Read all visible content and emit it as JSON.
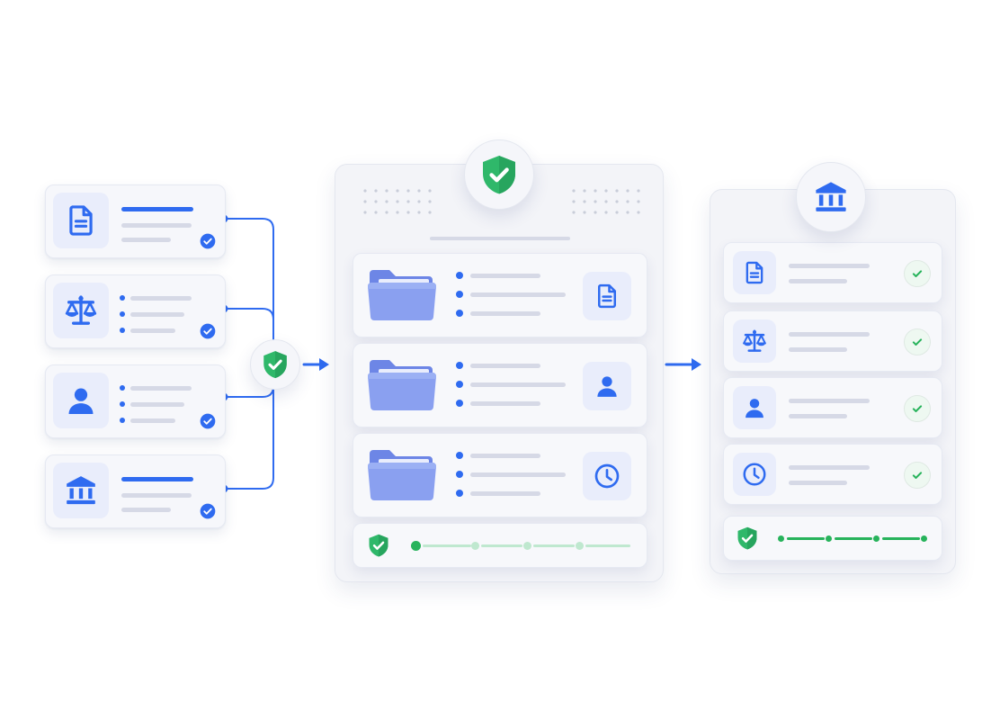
{
  "colors": {
    "accent": "#2f6bf0",
    "success": "#27b35b",
    "success_light": "#bfe8cf",
    "folder": "#7f96ee",
    "placeholder": "#d6d9e6",
    "card_bg": "#f6f7fb",
    "tile_bg": "#e9edfb"
  },
  "input_cards": [
    {
      "icon": "document-icon",
      "style": "heading-lines",
      "status": "check-badge"
    },
    {
      "icon": "scales-icon",
      "style": "bullet-lines",
      "status": "check-badge"
    },
    {
      "icon": "person-icon",
      "style": "bullet-lines",
      "status": "check-badge"
    },
    {
      "icon": "bank-icon",
      "style": "heading-lines",
      "status": "check-badge"
    }
  ],
  "connector": {
    "icon": "shield-check-icon"
  },
  "flow_arrows": [
    "arrow-right-icon",
    "arrow-right-icon"
  ],
  "processing_panel": {
    "header_icon": "shield-check-icon",
    "rows": [
      {
        "folder_icon": "folder-icon",
        "side_icon": "document-icon"
      },
      {
        "folder_icon": "folder-icon",
        "side_icon": "person-icon"
      },
      {
        "folder_icon": "folder-icon",
        "side_icon": "clock-icon"
      }
    ],
    "progress": {
      "icon": "shield-check-icon",
      "steps_total": 5,
      "steps_done": 1
    }
  },
  "output_panel": {
    "header_icon": "bank-icon",
    "rows": [
      {
        "icon": "document-icon",
        "status": "check-icon"
      },
      {
        "icon": "scales-icon",
        "status": "check-icon"
      },
      {
        "icon": "person-icon",
        "status": "check-icon"
      },
      {
        "icon": "clock-icon",
        "status": "check-icon"
      }
    ],
    "progress": {
      "icon": "shield-check-icon",
      "steps_total": 4,
      "steps_done": 4
    }
  }
}
